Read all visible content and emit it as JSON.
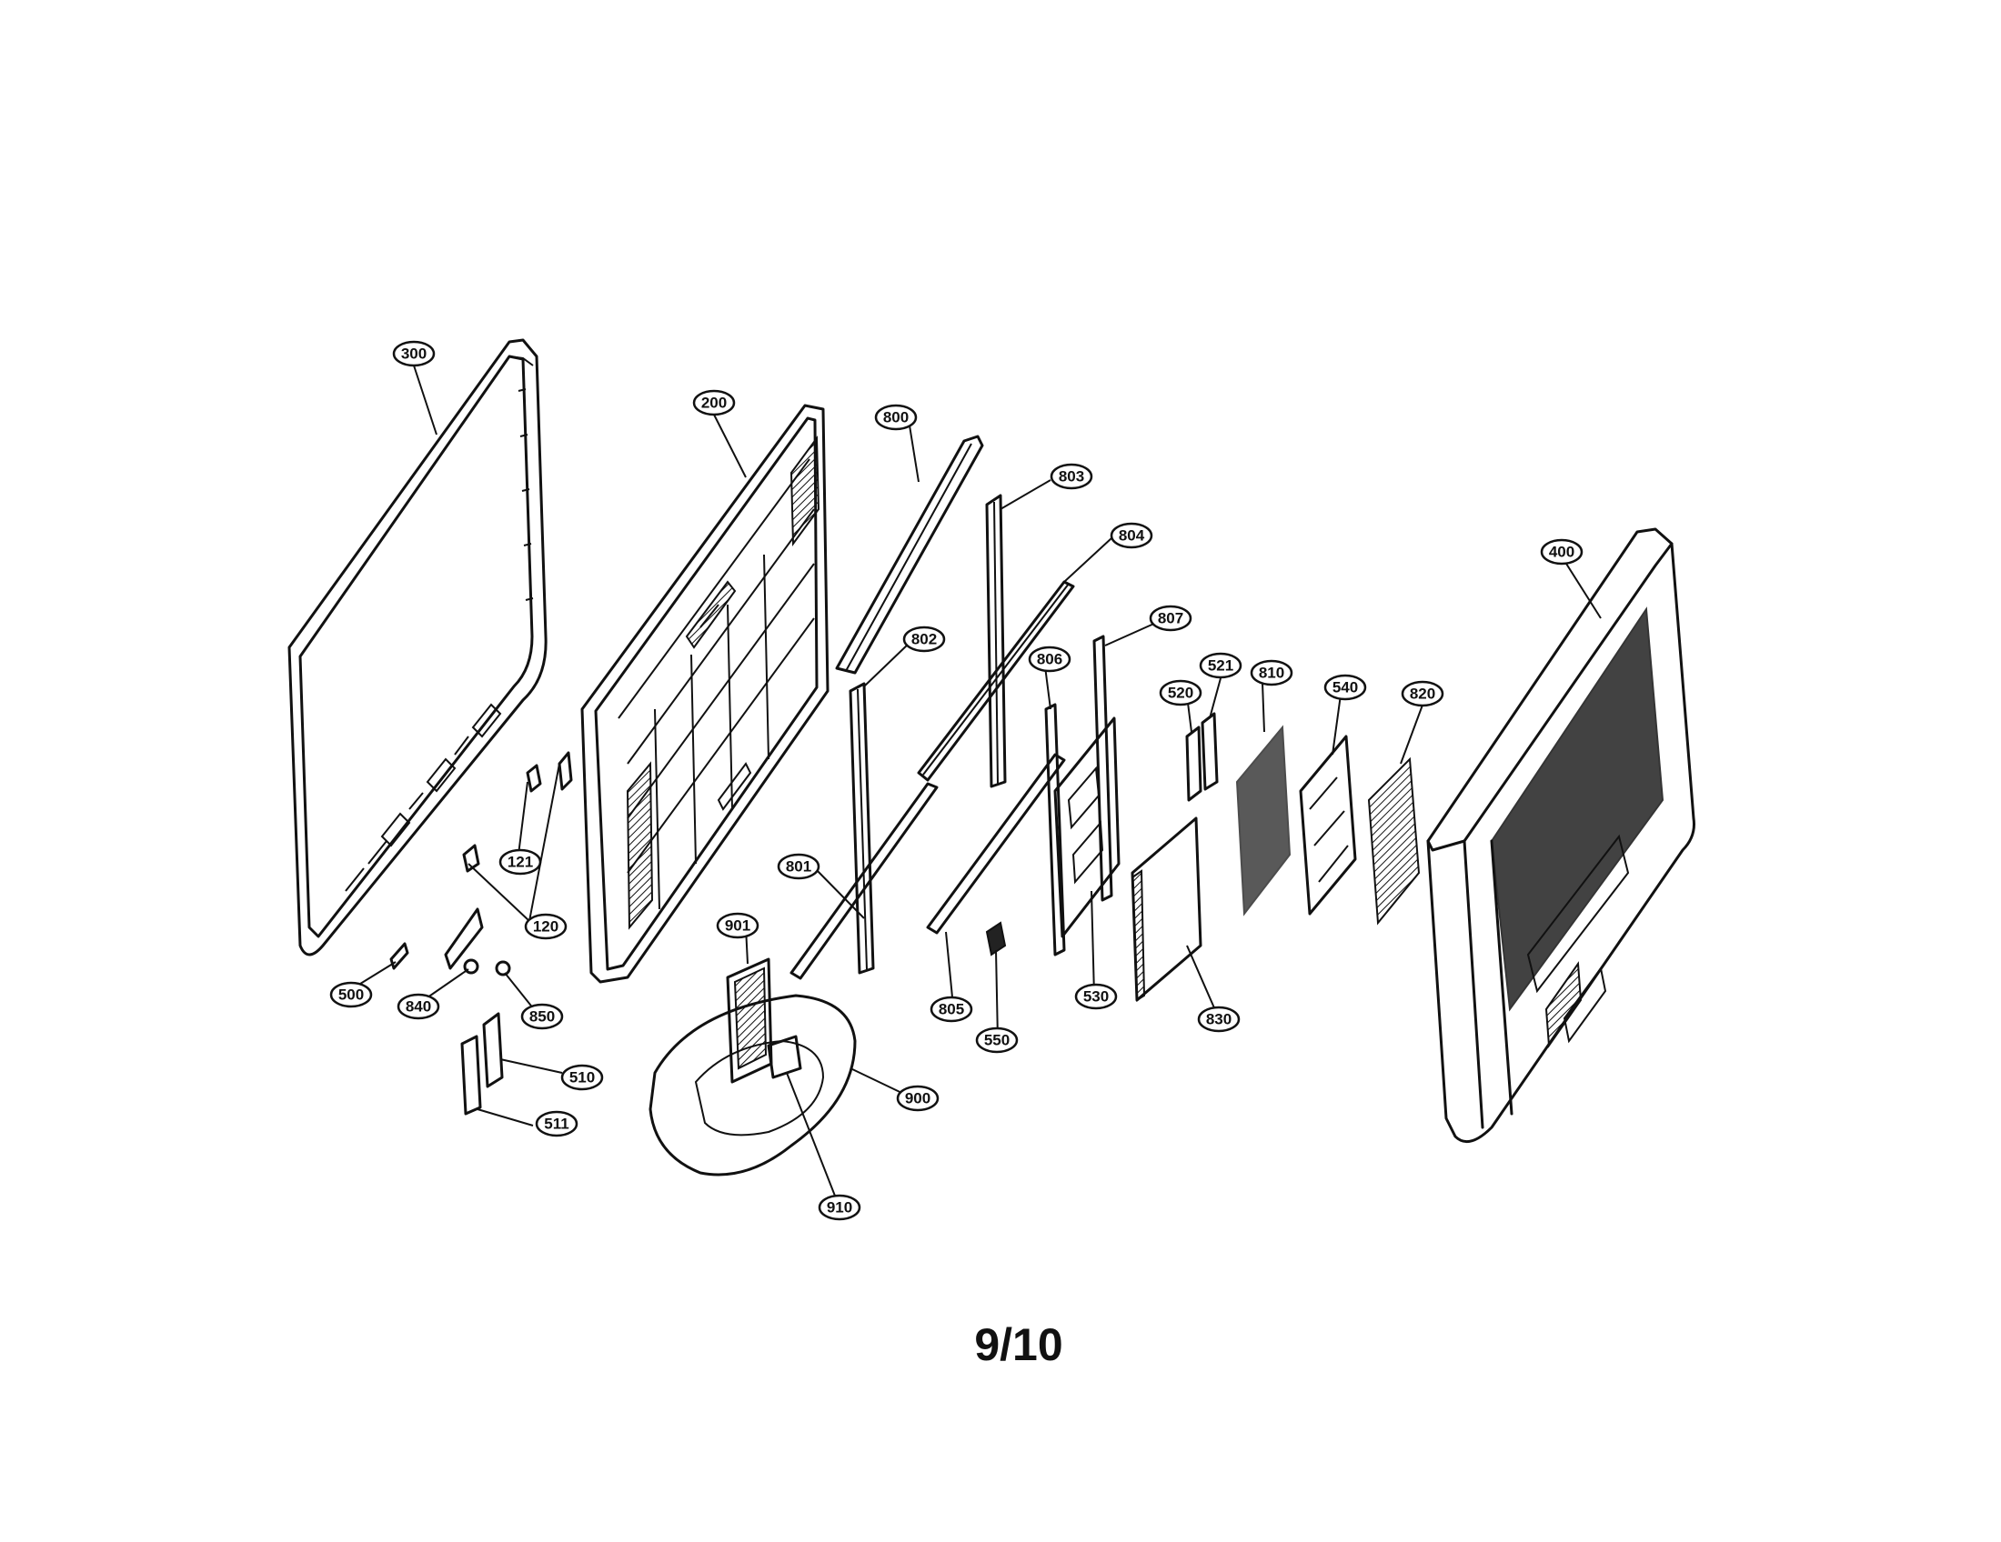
{
  "page_number": "9/10",
  "callouts": [
    "300",
    "200",
    "800",
    "803",
    "804",
    "400",
    "807",
    "802",
    "806",
    "521",
    "810",
    "540",
    "520",
    "820",
    "121",
    "120",
    "801",
    "901",
    "500",
    "840",
    "850",
    "805",
    "550",
    "530",
    "830",
    "510",
    "900",
    "511",
    "910"
  ]
}
